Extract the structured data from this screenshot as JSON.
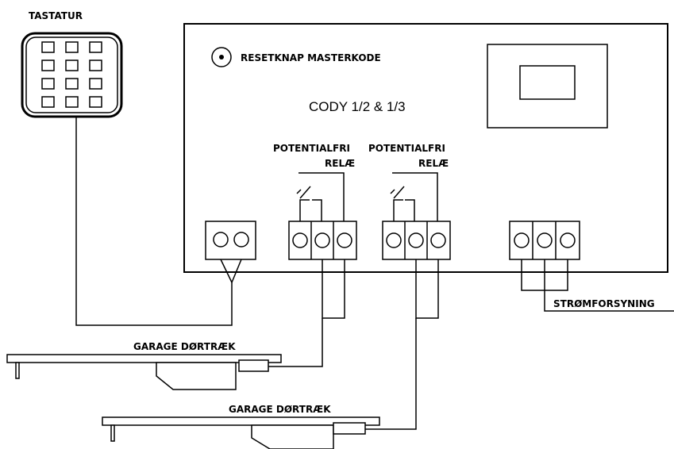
{
  "labels": {
    "keypad": "TASTATUR",
    "reset": "RESETKNAP MASTERKODE",
    "device": "CODY 1/2 & 1/3",
    "relay1_line1": "POTENTIALFRI",
    "relay1_line2": "RELÆ",
    "relay2_line1": "POTENTIALFRI",
    "relay2_line2": "RELÆ",
    "power": "STRØMFORSYNING",
    "garage1": "GARAGE DØRTRÆK",
    "garage2": "GARAGE DØRTRÆK"
  }
}
